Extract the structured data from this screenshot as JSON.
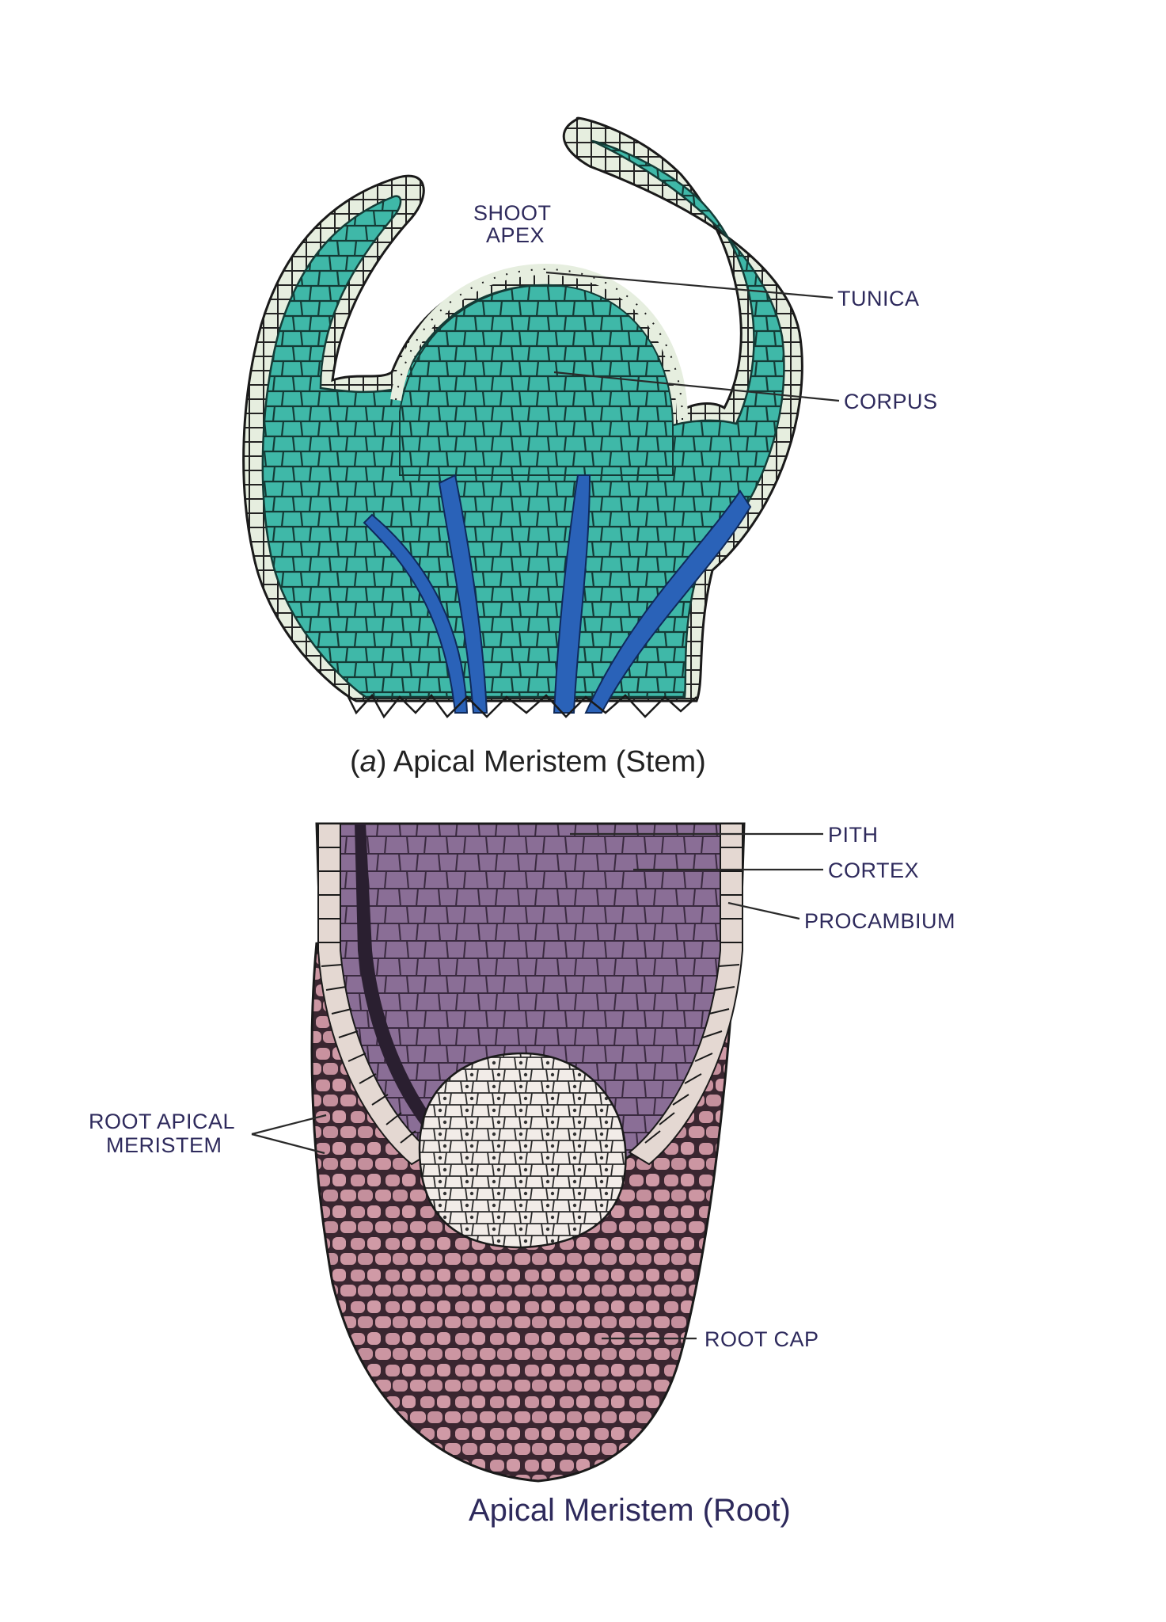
{
  "stem": {
    "caption_prefix": "(",
    "caption_letter": "a",
    "caption_rest": ") Apical Meristem (Stem)",
    "labels": {
      "shoot_apex_line1": "SHOOT",
      "shoot_apex_line2": "APEX",
      "tunica": "TUNICA",
      "corpus": "CORPUS"
    }
  },
  "root": {
    "caption": "Apical Meristem (Root)",
    "labels": {
      "pith": "PITH",
      "cortex": "CORTEX",
      "procambium": "PROCAMBIUM",
      "root_apical_line1": "ROOT APICAL",
      "root_apical_line2": "MERISTEM",
      "root_cap": "ROOT CAP"
    }
  },
  "colors": {
    "stem_tissue": "#3fb8a8",
    "stem_outline": "#1a1a1a",
    "tunica_layer": "#e6eedf",
    "vascular_strand": "#2a62b8",
    "root_cortex": "#8a6e96",
    "root_cap": "#c48f9c",
    "meristem_core": "#f2ece8"
  }
}
